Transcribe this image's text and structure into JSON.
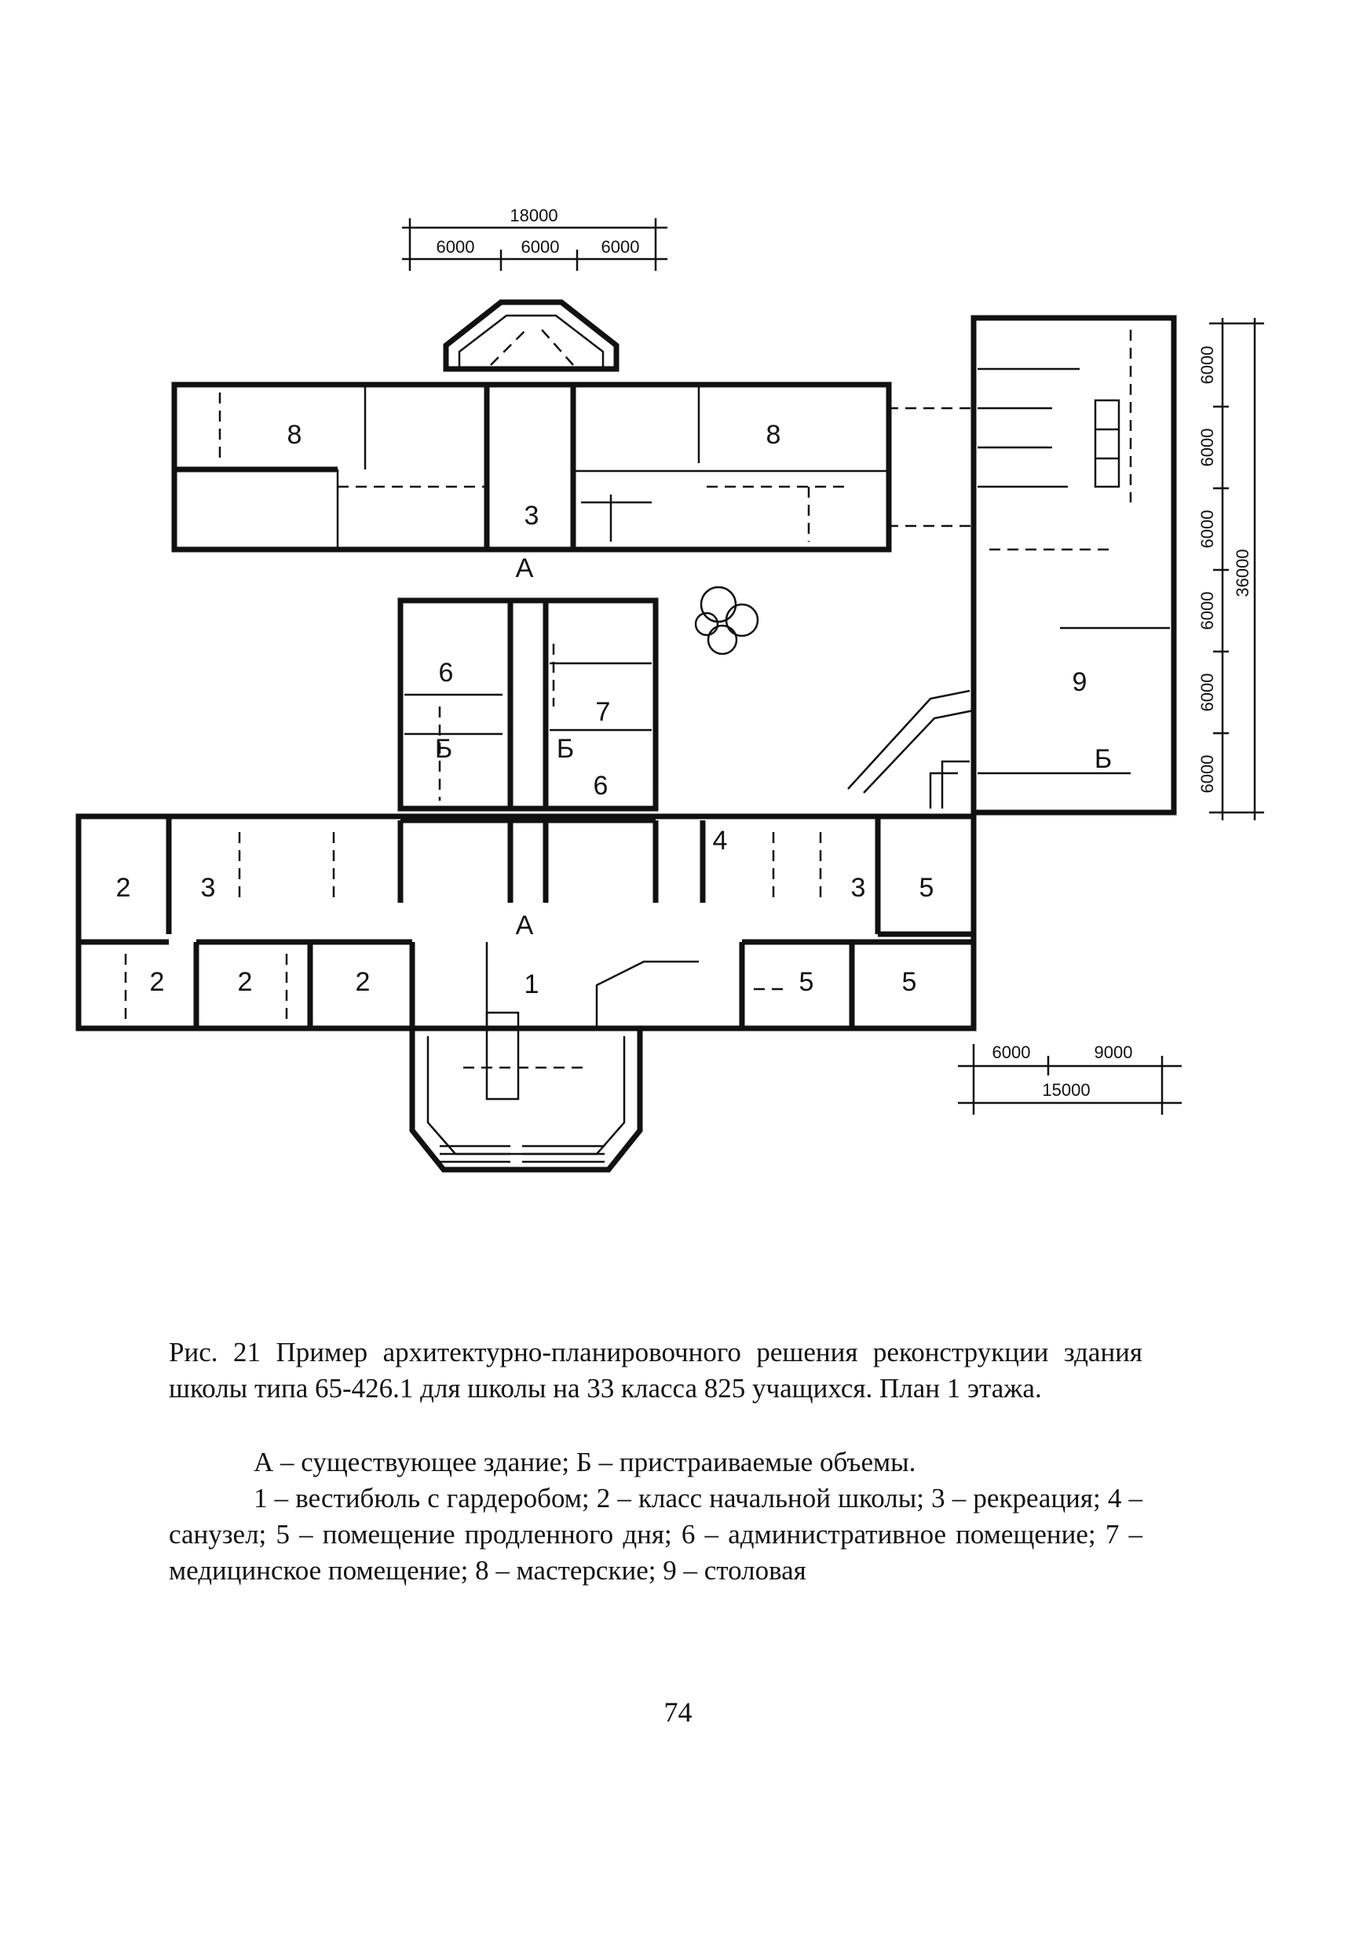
{
  "dimensions": {
    "top": {
      "total": "18000",
      "segments": [
        "6000",
        "6000",
        "6000"
      ]
    },
    "right": {
      "total": "36000",
      "segments": [
        "6000",
        "6000",
        "6000",
        "6000",
        "6000",
        "6000"
      ]
    },
    "bottom": {
      "segments": [
        "6000",
        "9000"
      ],
      "total": "15000"
    }
  },
  "rooms": {
    "r8a": "8",
    "r8b": "8",
    "r3top": "3",
    "aTop": "А",
    "r6a": "6",
    "r7": "7",
    "bLeft": "Б",
    "bMid": "Б",
    "r6b": "6",
    "r9": "9",
    "bRight": "Б",
    "r2a": "2",
    "r3left": "3",
    "r4": "4",
    "r3right": "3",
    "r5a": "5",
    "aBottom": "А",
    "r2b": "2",
    "r2c": "2",
    "r2d": "2",
    "r1": "1",
    "r5b": "5",
    "r5c": "5"
  },
  "caption": {
    "title": "Рис. 21 Пример архитектурно-планировочного решения реконструкции здания школы типа 65-426.1 для школы на 33 класса 825 учащихся. План 1 этажа.",
    "legend_ab": "А – существующее здание; Б – пристраиваемые объемы.",
    "legend": "1 – вестибюль с гардеробом; 2 – класс начальной школы; 3 – рекреация; 4 – санузел; 5 – помещение продленного дня; 6 – административное помещение; 7 – медицинское помещение; 8 – мастерские; 9 – столовая"
  },
  "page_number": "74"
}
